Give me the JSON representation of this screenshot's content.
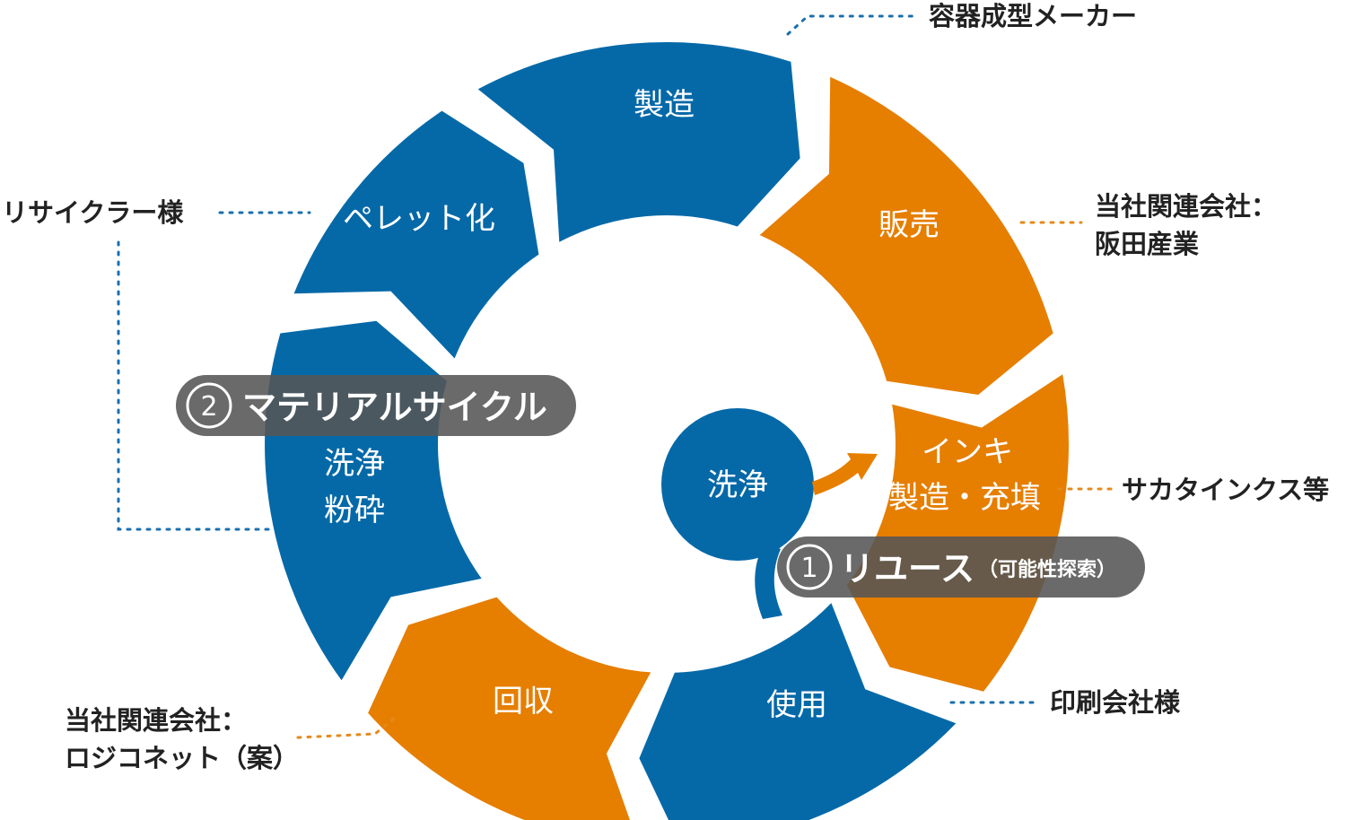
{
  "colors": {
    "blue": "#0569a8",
    "orange": "#e67e00",
    "pill": "#555555",
    "dots_blue": "#1a6fae",
    "dots_orange": "#e58a1a",
    "text": "#222222"
  },
  "segments": {
    "manufacture": "製造",
    "sales": "販売",
    "ink_line1": "インキ",
    "ink_line2": "製造・充填",
    "use": "使用",
    "collection": "回収",
    "wash_line1": "洗浄",
    "wash_line2": "粉砕",
    "pellet": "ペレット化"
  },
  "center": {
    "label": "洗浄"
  },
  "badges": {
    "reuse_num": "1",
    "reuse_label": "リユース",
    "reuse_sub": "（可能性探索）",
    "material_num": "2",
    "material_label": "マテリアルサイクル"
  },
  "annotations": {
    "container_maker": "容器成型メーカー",
    "affiliate1_line1": "当社関連会社：",
    "affiliate1_line2": "阪田産業",
    "sakata": "サカタインクス等",
    "printing": "印刷会社様",
    "affiliate2_line1": "当社関連会社：",
    "affiliate2_line2": "ロジコネット（案）",
    "recycler": "リサイクラー様"
  }
}
